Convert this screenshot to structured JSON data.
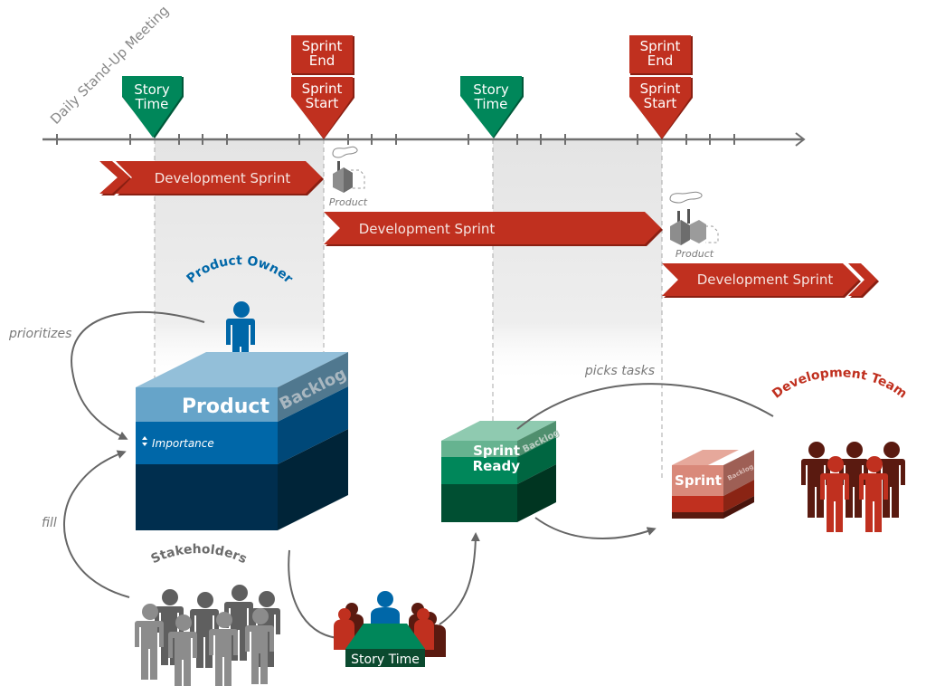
{
  "timeline": {
    "label": "Daily Stand-Up Meeting",
    "markers": [
      {
        "type": "story",
        "line1": "Story",
        "line2": "Time"
      },
      {
        "type": "sprint",
        "top1": "Sprint",
        "top2": "End",
        "line1": "Sprint",
        "line2": "Start"
      },
      {
        "type": "story",
        "line1": "Story",
        "line2": "Time"
      },
      {
        "type": "sprint",
        "top1": "Sprint",
        "top2": "End",
        "line1": "Sprint",
        "line2": "Start"
      }
    ]
  },
  "sprints": [
    {
      "label": "Development Sprint"
    },
    {
      "label": "Development Sprint"
    },
    {
      "label": "Development Sprint"
    }
  ],
  "product_labels": [
    "Product",
    "Product"
  ],
  "roles": {
    "product_owner": "Product Owner",
    "development_team": "Development Team",
    "stakeholders": "Stakeholders"
  },
  "arrows": {
    "prioritizes": "prioritizes",
    "fill": "fill",
    "picks_tasks": "picks tasks"
  },
  "product_backlog": {
    "title": "Product",
    "side": "Backlog",
    "importance": "Importance"
  },
  "sprint_ready": {
    "line1": "Sprint",
    "line2": "Ready",
    "side": "Backlog"
  },
  "sprint_backlog": {
    "title": "Sprint",
    "side": "Backlog"
  },
  "story_time_meeting": "Story Time",
  "colors": {
    "red": "#c0301f",
    "green": "#00875a",
    "blue": "#0067a8",
    "gray": "#6b6b6b"
  }
}
